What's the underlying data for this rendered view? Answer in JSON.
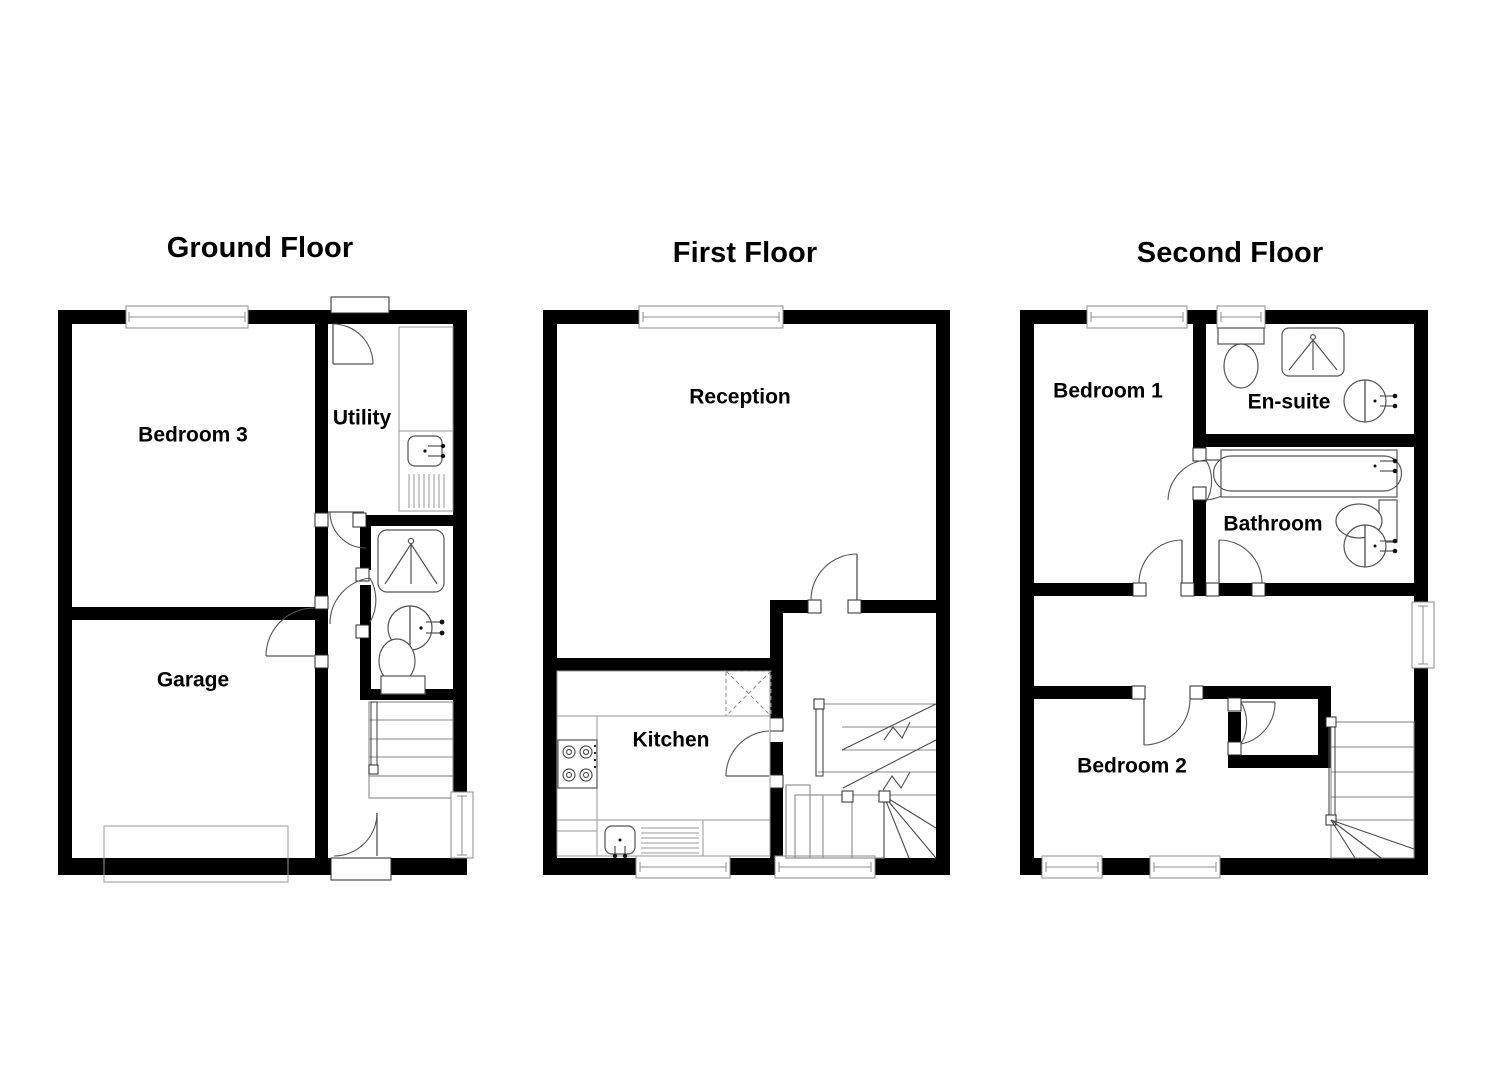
{
  "document": {
    "type": "floor-plan",
    "title": "Residential Floor Plans",
    "background_color": "#ffffff",
    "wall_color": "#000000",
    "fixture_color": "#555555",
    "floor_count": 3
  },
  "floors": [
    {
      "id": "ground",
      "title": "Ground Floor",
      "rooms": [
        {
          "name": "Bedroom 3",
          "label": "Bedroom 3"
        },
        {
          "name": "Garage",
          "label": "Garage"
        },
        {
          "name": "Utility",
          "label": "Utility"
        },
        {
          "name": "Shower Room",
          "label": ""
        }
      ],
      "features": {
        "windows": 2,
        "doors": 4,
        "staircase": "straight-flight",
        "garage_door": "up-and-over"
      },
      "fixtures": [
        "sink",
        "shower",
        "wash-basin",
        "wc",
        "washing-machine"
      ]
    },
    {
      "id": "first",
      "title": "First Floor",
      "rooms": [
        {
          "name": "Reception",
          "label": "Reception"
        },
        {
          "name": "Kitchen",
          "label": "Kitchen"
        }
      ],
      "features": {
        "windows": 3,
        "doors": 2,
        "staircase": "winder-flight"
      },
      "fixtures": [
        "hob",
        "sink",
        "drainer",
        "appliance"
      ]
    },
    {
      "id": "second",
      "title": "Second Floor",
      "rooms": [
        {
          "name": "Bedroom 1",
          "label": "Bedroom 1"
        },
        {
          "name": "Bedroom 2",
          "label": "Bedroom 2"
        },
        {
          "name": "En-suite",
          "label": "En-suite"
        },
        {
          "name": "Bathroom",
          "label": "Bathroom"
        }
      ],
      "features": {
        "windows": 5,
        "doors": 4,
        "staircase": "winder-flight"
      },
      "fixtures": [
        "wc",
        "shower",
        "wash-basin",
        "bath"
      ]
    }
  ]
}
